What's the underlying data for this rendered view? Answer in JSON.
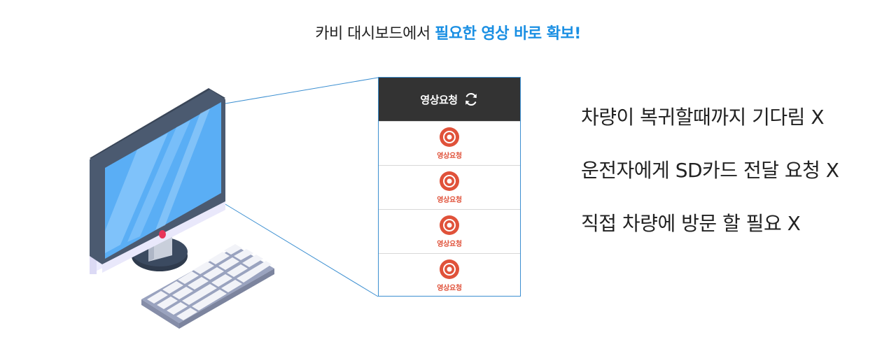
{
  "headline": {
    "plain": "카비 대시보드에서 ",
    "accent": "필요한 영상 바로 확보!"
  },
  "panel": {
    "header_label": "영상요청",
    "rows": [
      {
        "label": "영상요청"
      },
      {
        "label": "영상요청"
      },
      {
        "label": "영상요청"
      },
      {
        "label": "영상요청"
      }
    ]
  },
  "statements": [
    "차량이 복귀할때까지 기다림 X",
    "운전자에게 SD카드 전달 요청 X",
    "직접 차량에 방문 할 필요 X"
  ],
  "colors": {
    "accent": "#1a8fe3",
    "panel_header_bg": "#333333",
    "record_red": "#e0523a",
    "panel_border": "#3c8fd1"
  },
  "icons": {
    "refresh": "refresh-icon",
    "record": "record-icon"
  }
}
